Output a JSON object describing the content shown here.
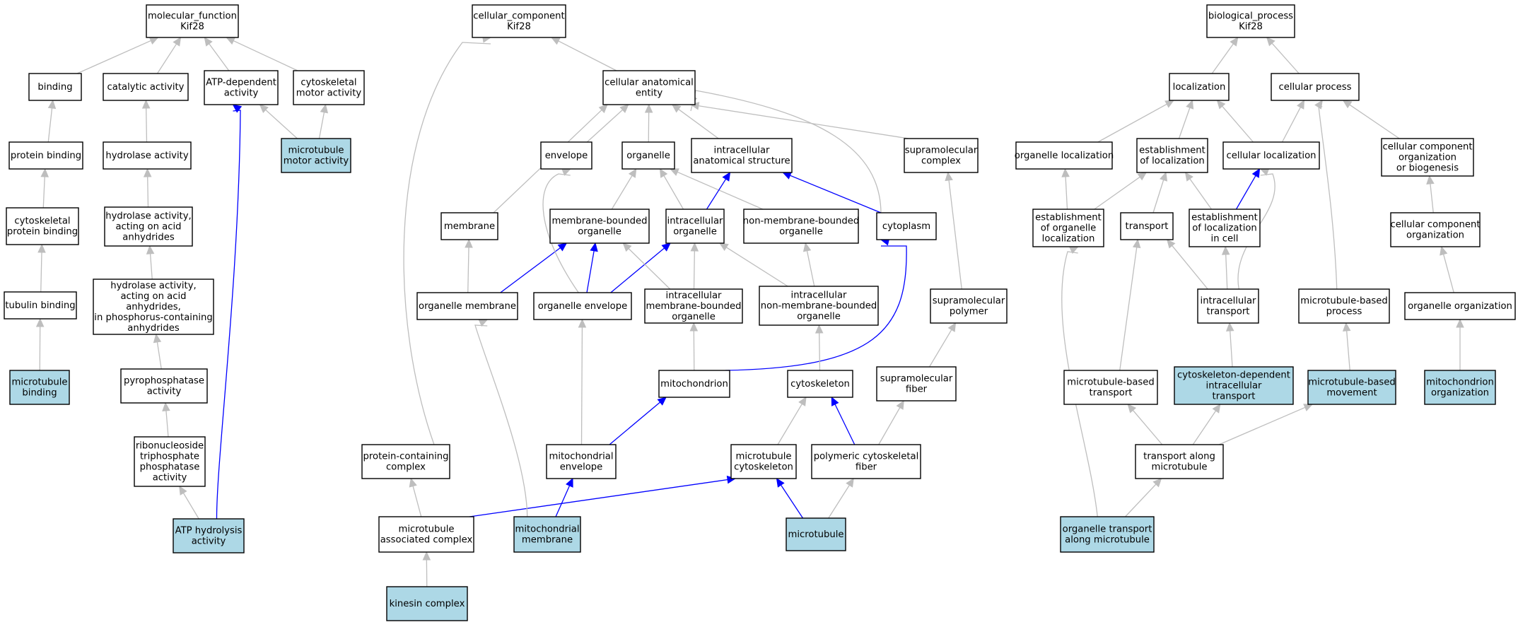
{
  "colors": {
    "highlight_fill": "#add8e6",
    "default_fill": "#ffffff",
    "grey_edge": "#bebebe",
    "blue_edge": "#0000ff"
  },
  "nodes": [
    {
      "id": "mf_root",
      "lines": [
        "molecular_function",
        "Kif28"
      ],
      "highlight": false
    },
    {
      "id": "binding",
      "lines": [
        "binding"
      ],
      "highlight": false
    },
    {
      "id": "catalytic",
      "lines": [
        "catalytic activity"
      ],
      "highlight": false
    },
    {
      "id": "atp_dep",
      "lines": [
        "ATP-dependent",
        "activity"
      ],
      "highlight": false
    },
    {
      "id": "cyto_motor",
      "lines": [
        "cytoskeletal",
        "motor activity"
      ],
      "highlight": false
    },
    {
      "id": "mt_motor",
      "lines": [
        "microtubule",
        "motor activity"
      ],
      "highlight": true
    },
    {
      "id": "protein_binding",
      "lines": [
        "protein binding"
      ],
      "highlight": false
    },
    {
      "id": "hydrolase",
      "lines": [
        "hydrolase activity"
      ],
      "highlight": false
    },
    {
      "id": "cyto_prot_binding",
      "lines": [
        "cytoskeletal",
        "protein binding"
      ],
      "highlight": false
    },
    {
      "id": "hydro_acid",
      "lines": [
        "hydrolase activity,",
        "acting on acid",
        "anhydrides"
      ],
      "highlight": false
    },
    {
      "id": "tubulin",
      "lines": [
        "tubulin binding"
      ],
      "highlight": false
    },
    {
      "id": "hydro_phos",
      "lines": [
        "hydrolase activity,",
        "acting on acid",
        "anhydrides,",
        "in phosphorus-containing",
        "anhydrides"
      ],
      "highlight": false
    },
    {
      "id": "mt_binding",
      "lines": [
        "microtubule",
        "binding"
      ],
      "highlight": true
    },
    {
      "id": "pyrophos",
      "lines": [
        "pyrophosphatase",
        "activity"
      ],
      "highlight": false
    },
    {
      "id": "rntp",
      "lines": [
        "ribonucleoside",
        "triphosphate",
        "phosphatase",
        "activity"
      ],
      "highlight": false
    },
    {
      "id": "atp_hydro",
      "lines": [
        "ATP hydrolysis",
        "activity"
      ],
      "highlight": true
    },
    {
      "id": "cc_root",
      "lines": [
        "cellular_component",
        "Kif28"
      ],
      "highlight": false
    },
    {
      "id": "cae",
      "lines": [
        "cellular anatomical",
        "entity"
      ],
      "highlight": false
    },
    {
      "id": "envelope",
      "lines": [
        "envelope"
      ],
      "highlight": false
    },
    {
      "id": "organelle",
      "lines": [
        "organelle"
      ],
      "highlight": false
    },
    {
      "id": "ias",
      "lines": [
        "intracellular",
        "anatomical structure"
      ],
      "highlight": false
    },
    {
      "id": "supra_cx",
      "lines": [
        "supramolecular",
        "complex"
      ],
      "highlight": false
    },
    {
      "id": "membrane",
      "lines": [
        "membrane"
      ],
      "highlight": false
    },
    {
      "id": "mbo",
      "lines": [
        "membrane-bounded",
        "organelle"
      ],
      "highlight": false
    },
    {
      "id": "intra_org",
      "lines": [
        "intracellular",
        "organelle"
      ],
      "highlight": false
    },
    {
      "id": "nmbo",
      "lines": [
        "non-membrane-bounded",
        "organelle"
      ],
      "highlight": false
    },
    {
      "id": "cytoplasm",
      "lines": [
        "cytoplasm"
      ],
      "highlight": false
    },
    {
      "id": "org_membrane",
      "lines": [
        "organelle membrane"
      ],
      "highlight": false
    },
    {
      "id": "org_env",
      "lines": [
        "organelle envelope"
      ],
      "highlight": false
    },
    {
      "id": "imbo",
      "lines": [
        "intracellular",
        "membrane-bounded",
        "organelle"
      ],
      "highlight": false
    },
    {
      "id": "inmbo",
      "lines": [
        "intracellular",
        "non-membrane-bounded",
        "organelle"
      ],
      "highlight": false
    },
    {
      "id": "supra_poly",
      "lines": [
        "supramolecular",
        "polymer"
      ],
      "highlight": false
    },
    {
      "id": "mito",
      "lines": [
        "mitochondrion"
      ],
      "highlight": false
    },
    {
      "id": "cytoskeleton",
      "lines": [
        "cytoskeleton"
      ],
      "highlight": false
    },
    {
      "id": "supra_fiber",
      "lines": [
        "supramolecular",
        "fiber"
      ],
      "highlight": false
    },
    {
      "id": "pcc",
      "lines": [
        "protein-containing",
        "complex"
      ],
      "highlight": false
    },
    {
      "id": "mito_env",
      "lines": [
        "mitochondrial",
        "envelope"
      ],
      "highlight": false
    },
    {
      "id": "mt_cyto",
      "lines": [
        "microtubule",
        "cytoskeleton"
      ],
      "highlight": false
    },
    {
      "id": "poly_fiber",
      "lines": [
        "polymeric cytoskeletal",
        "fiber"
      ],
      "highlight": false
    },
    {
      "id": "mt_assoc",
      "lines": [
        "microtubule",
        "associated complex"
      ],
      "highlight": false
    },
    {
      "id": "mito_mem",
      "lines": [
        "mitochondrial",
        "membrane"
      ],
      "highlight": true
    },
    {
      "id": "microtubule",
      "lines": [
        "microtubule"
      ],
      "highlight": true
    },
    {
      "id": "kinesin",
      "lines": [
        "kinesin complex"
      ],
      "highlight": true
    },
    {
      "id": "bp_root",
      "lines": [
        "biological_process",
        "Kif28"
      ],
      "highlight": false
    },
    {
      "id": "localization",
      "lines": [
        "localization"
      ],
      "highlight": false
    },
    {
      "id": "cell_proc",
      "lines": [
        "cellular process"
      ],
      "highlight": false
    },
    {
      "id": "org_loc",
      "lines": [
        "organelle localization"
      ],
      "highlight": false
    },
    {
      "id": "est_loc",
      "lines": [
        "establishment",
        "of localization"
      ],
      "highlight": false
    },
    {
      "id": "cell_loc",
      "lines": [
        "cellular localization"
      ],
      "highlight": false
    },
    {
      "id": "ccob",
      "lines": [
        "cellular component",
        "organization",
        "or biogenesis"
      ],
      "highlight": false
    },
    {
      "id": "est_org_loc",
      "lines": [
        "establishment",
        "of organelle",
        "localization"
      ],
      "highlight": false
    },
    {
      "id": "transport",
      "lines": [
        "transport"
      ],
      "highlight": false
    },
    {
      "id": "est_loc_cell",
      "lines": [
        "establishment",
        "of localization",
        "in cell"
      ],
      "highlight": false
    },
    {
      "id": "cco",
      "lines": [
        "cellular component",
        "organization"
      ],
      "highlight": false
    },
    {
      "id": "intra_transport",
      "lines": [
        "intracellular",
        "transport"
      ],
      "highlight": false
    },
    {
      "id": "mt_process",
      "lines": [
        "microtubule-based",
        "process"
      ],
      "highlight": false
    },
    {
      "id": "org_org",
      "lines": [
        "organelle organization"
      ],
      "highlight": false
    },
    {
      "id": "mt_transport",
      "lines": [
        "microtubule-based",
        "transport"
      ],
      "highlight": false
    },
    {
      "id": "cdit",
      "lines": [
        "cytoskeleton-dependent",
        "intracellular",
        "transport"
      ],
      "highlight": true
    },
    {
      "id": "mt_movement",
      "lines": [
        "microtubule-based",
        "movement"
      ],
      "highlight": true
    },
    {
      "id": "mito_org",
      "lines": [
        "mitochondrion",
        "organization"
      ],
      "highlight": true
    },
    {
      "id": "transport_along",
      "lines": [
        "transport along",
        "microtubule"
      ],
      "highlight": false
    },
    {
      "id": "org_transport",
      "lines": [
        "organelle transport",
        "along microtubule"
      ],
      "highlight": true
    }
  ],
  "edges": [
    {
      "from": "binding",
      "to": "mf_root",
      "kind": "grey"
    },
    {
      "from": "catalytic",
      "to": "mf_root",
      "kind": "grey"
    },
    {
      "from": "atp_dep",
      "to": "mf_root",
      "kind": "grey"
    },
    {
      "from": "cyto_motor",
      "to": "mf_root",
      "kind": "grey"
    },
    {
      "from": "mt_motor",
      "to": "atp_dep",
      "kind": "grey"
    },
    {
      "from": "mt_motor",
      "to": "cyto_motor",
      "kind": "grey"
    },
    {
      "from": "protein_binding",
      "to": "binding",
      "kind": "grey"
    },
    {
      "from": "hydrolase",
      "to": "catalytic",
      "kind": "grey"
    },
    {
      "from": "cyto_prot_binding",
      "to": "protein_binding",
      "kind": "grey"
    },
    {
      "from": "hydro_acid",
      "to": "hydrolase",
      "kind": "grey"
    },
    {
      "from": "tubulin",
      "to": "cyto_prot_binding",
      "kind": "grey"
    },
    {
      "from": "hydro_phos",
      "to": "hydro_acid",
      "kind": "grey"
    },
    {
      "from": "mt_binding",
      "to": "tubulin",
      "kind": "grey"
    },
    {
      "from": "pyrophos",
      "to": "hydro_phos",
      "kind": "grey"
    },
    {
      "from": "rntp",
      "to": "pyrophos",
      "kind": "grey"
    },
    {
      "from": "atp_hydro",
      "to": "rntp",
      "kind": "grey"
    },
    {
      "from": "atp_hydro",
      "to": "atp_dep",
      "kind": "blue"
    },
    {
      "from": "cae",
      "to": "cc_root",
      "kind": "grey"
    },
    {
      "from": "pcc",
      "to": "cc_root",
      "kind": "grey"
    },
    {
      "from": "envelope",
      "to": "cae",
      "kind": "grey"
    },
    {
      "from": "organelle",
      "to": "cae",
      "kind": "grey"
    },
    {
      "from": "ias",
      "to": "cae",
      "kind": "grey"
    },
    {
      "from": "supra_cx",
      "to": "cae",
      "kind": "grey"
    },
    {
      "from": "membrane",
      "to": "cae",
      "kind": "grey"
    },
    {
      "from": "cytoplasm",
      "to": "cae",
      "kind": "grey"
    },
    {
      "from": "mbo",
      "to": "organelle",
      "kind": "grey"
    },
    {
      "from": "intra_org",
      "to": "organelle",
      "kind": "grey"
    },
    {
      "from": "nmbo",
      "to": "organelle",
      "kind": "grey"
    },
    {
      "from": "intra_org",
      "to": "ias",
      "kind": "blue"
    },
    {
      "from": "cytoplasm",
      "to": "ias",
      "kind": "blue"
    },
    {
      "from": "org_membrane",
      "to": "membrane",
      "kind": "grey"
    },
    {
      "from": "org_membrane",
      "to": "mbo",
      "kind": "blue"
    },
    {
      "from": "org_env",
      "to": "mbo",
      "kind": "blue"
    },
    {
      "from": "org_env",
      "to": "intra_org",
      "kind": "blue"
    },
    {
      "from": "org_env",
      "to": "envelope",
      "kind": "grey"
    },
    {
      "from": "imbo",
      "to": "mbo",
      "kind": "grey"
    },
    {
      "from": "imbo",
      "to": "intra_org",
      "kind": "grey"
    },
    {
      "from": "inmbo",
      "to": "intra_org",
      "kind": "grey"
    },
    {
      "from": "inmbo",
      "to": "nmbo",
      "kind": "grey"
    },
    {
      "from": "supra_poly",
      "to": "supra_cx",
      "kind": "grey"
    },
    {
      "from": "mito",
      "to": "imbo",
      "kind": "grey"
    },
    {
      "from": "mito",
      "to": "cytoplasm",
      "kind": "blue"
    },
    {
      "from": "cytoskeleton",
      "to": "inmbo",
      "kind": "grey"
    },
    {
      "from": "supra_fiber",
      "to": "supra_poly",
      "kind": "grey"
    },
    {
      "from": "mito_env",
      "to": "org_env",
      "kind": "grey"
    },
    {
      "from": "mito_env",
      "to": "mito",
      "kind": "blue"
    },
    {
      "from": "mt_cyto",
      "to": "cytoskeleton",
      "kind": "grey"
    },
    {
      "from": "poly_fiber",
      "to": "cytoskeleton",
      "kind": "blue"
    },
    {
      "from": "poly_fiber",
      "to": "supra_fiber",
      "kind": "grey"
    },
    {
      "from": "mt_assoc",
      "to": "pcc",
      "kind": "grey"
    },
    {
      "from": "mt_assoc",
      "to": "mt_cyto",
      "kind": "blue"
    },
    {
      "from": "mito_mem",
      "to": "mito_env",
      "kind": "blue"
    },
    {
      "from": "mito_mem",
      "to": "org_membrane",
      "kind": "grey"
    },
    {
      "from": "microtubule",
      "to": "mt_cyto",
      "kind": "blue"
    },
    {
      "from": "microtubule",
      "to": "poly_fiber",
      "kind": "grey"
    },
    {
      "from": "kinesin",
      "to": "mt_assoc",
      "kind": "grey"
    },
    {
      "from": "localization",
      "to": "bp_root",
      "kind": "grey"
    },
    {
      "from": "cell_proc",
      "to": "bp_root",
      "kind": "grey"
    },
    {
      "from": "org_loc",
      "to": "localization",
      "kind": "grey"
    },
    {
      "from": "est_loc",
      "to": "localization",
      "kind": "grey"
    },
    {
      "from": "cell_loc",
      "to": "localization",
      "kind": "grey"
    },
    {
      "from": "cell_loc",
      "to": "cell_proc",
      "kind": "grey"
    },
    {
      "from": "ccob",
      "to": "cell_proc",
      "kind": "grey"
    },
    {
      "from": "mt_process",
      "to": "cell_proc",
      "kind": "grey"
    },
    {
      "from": "est_org_loc",
      "to": "org_loc",
      "kind": "grey"
    },
    {
      "from": "est_org_loc",
      "to": "est_loc",
      "kind": "grey"
    },
    {
      "from": "transport",
      "to": "est_loc",
      "kind": "grey"
    },
    {
      "from": "est_loc_cell",
      "to": "est_loc",
      "kind": "grey"
    },
    {
      "from": "est_loc_cell",
      "to": "cell_loc",
      "kind": "blue"
    },
    {
      "from": "cco",
      "to": "ccob",
      "kind": "grey"
    },
    {
      "from": "intra_transport",
      "to": "transport",
      "kind": "grey"
    },
    {
      "from": "intra_transport",
      "to": "est_loc_cell",
      "kind": "grey"
    },
    {
      "from": "intra_transport",
      "to": "cell_loc",
      "kind": "grey"
    },
    {
      "from": "org_org",
      "to": "cco",
      "kind": "grey"
    },
    {
      "from": "mt_transport",
      "to": "transport",
      "kind": "grey"
    },
    {
      "from": "cdit",
      "to": "intra_transport",
      "kind": "grey"
    },
    {
      "from": "mt_movement",
      "to": "mt_process",
      "kind": "grey"
    },
    {
      "from": "mito_org",
      "to": "org_org",
      "kind": "grey"
    },
    {
      "from": "transport_along",
      "to": "mt_transport",
      "kind": "grey"
    },
    {
      "from": "transport_along",
      "to": "cdit",
      "kind": "grey"
    },
    {
      "from": "transport_along",
      "to": "mt_movement",
      "kind": "grey"
    },
    {
      "from": "org_transport",
      "to": "transport_along",
      "kind": "grey"
    },
    {
      "from": "org_transport",
      "to": "est_org_loc",
      "kind": "grey"
    }
  ]
}
